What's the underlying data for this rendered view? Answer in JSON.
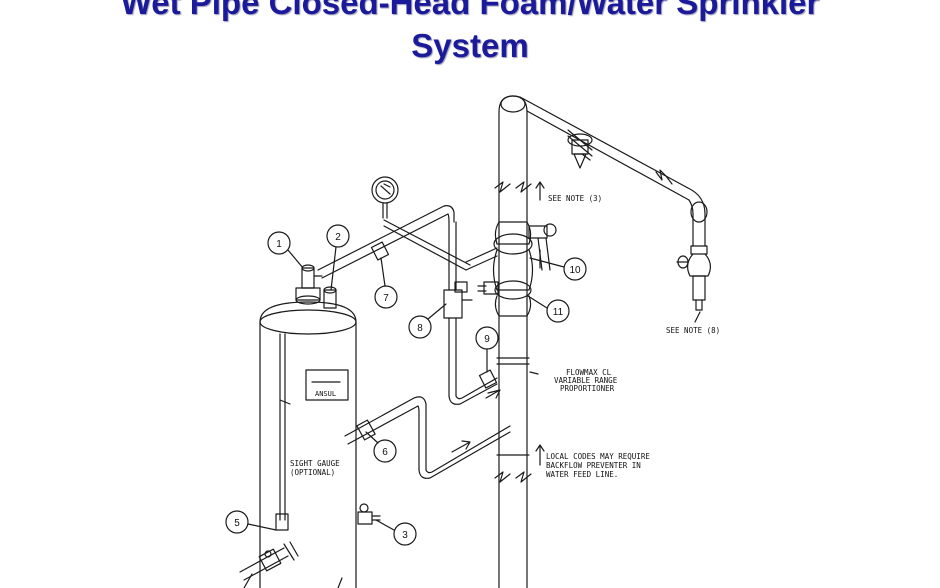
{
  "title": {
    "line1": "Wet Pipe Closed-Head Foam/Water Sprinkler",
    "line2": "System"
  },
  "diagram": {
    "notes": {
      "see_note_3": "SEE NOTE (3)",
      "see_note_8": "SEE NOTE (8)",
      "flowmax": [
        "FLOWMAX CL",
        "VARIABLE RANGE",
        "PROPORTIONER"
      ],
      "local_codes": [
        "LOCAL CODES MAY REQUIRE",
        "BACKFLOW PREVENTER IN",
        "WATER FEED LINE."
      ],
      "sight_gauge": [
        "SIGHT GAUGE",
        "(OPTIONAL)"
      ],
      "tank_label": "ANSUL"
    },
    "callouts": [
      "1",
      "2",
      "3",
      "5",
      "6",
      "7",
      "8",
      "9",
      "10",
      "11"
    ]
  },
  "colors": {
    "title": "#1a1a9a",
    "line": "#1a1a1a"
  }
}
